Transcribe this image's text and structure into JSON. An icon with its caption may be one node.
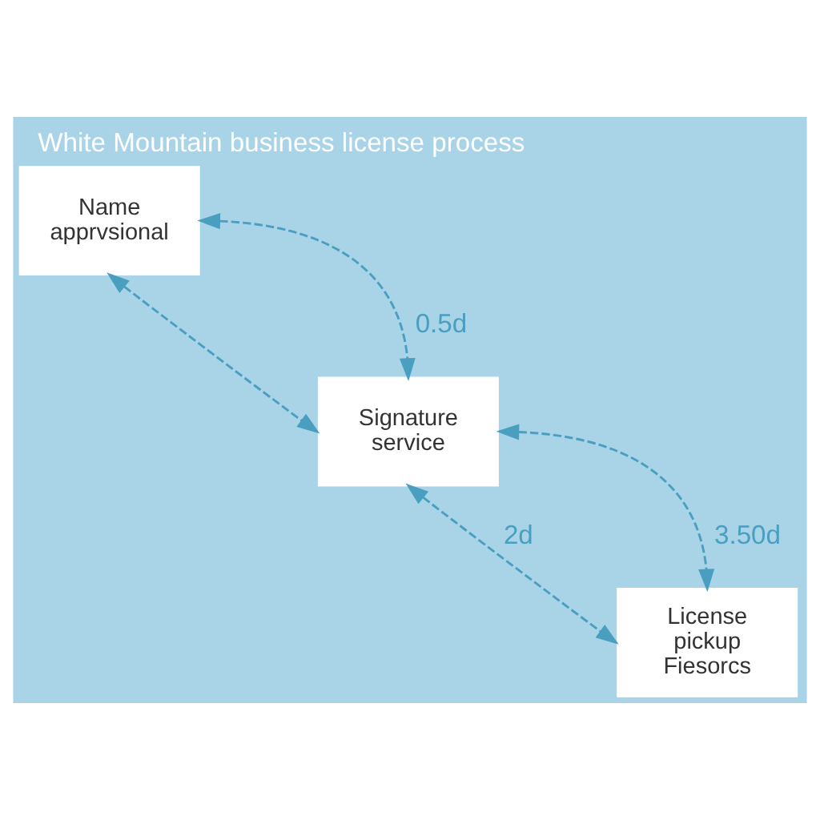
{
  "diagram": {
    "title": "White Mountain business license process",
    "nodes": [
      {
        "text": [
          "Name apprvsional"
        ]
      },
      {
        "text": [
          "Signature service"
        ]
      },
      {
        "text": [
          "License pickup Fiesorcs"
        ]
      }
    ],
    "edges": [
      {
        "from": 0,
        "to": 1,
        "arrow": "both",
        "label": "0.5d",
        "style": "dashed"
      },
      {
        "from": 0,
        "to": 1,
        "arrow": "both",
        "style": "dashed"
      },
      {
        "from": 1,
        "to": 2,
        "arrow": "both",
        "label": "3.50d",
        "style": "dashed"
      },
      {
        "from": 1,
        "to": 2,
        "arrow": "both",
        "label": "2d",
        "style": "dashed"
      }
    ]
  }
}
